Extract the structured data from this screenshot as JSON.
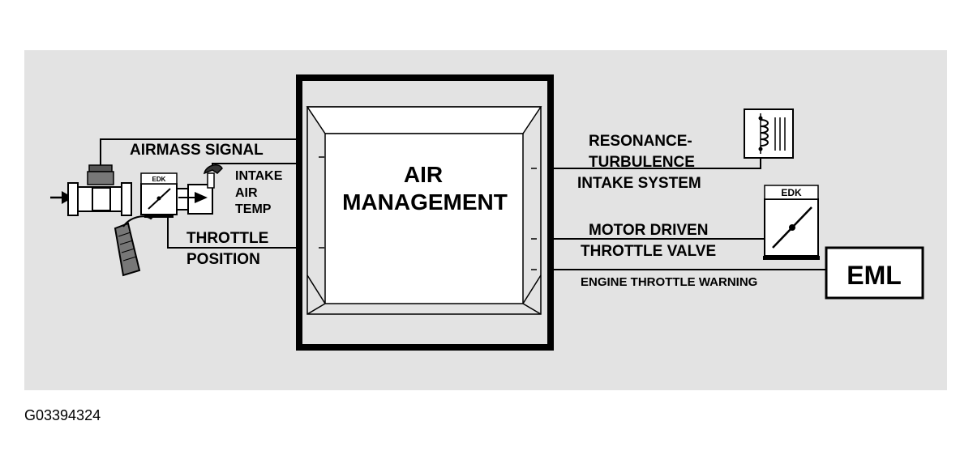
{
  "center": {
    "line1": "AIR",
    "line2": "MANAGEMENT"
  },
  "left": {
    "airmass": "AIRMASS SIGNAL",
    "intake1": "INTAKE",
    "intake2": "AIR",
    "intake3": "TEMP",
    "throttle1": "THROTTLE",
    "throttle2": "POSITION",
    "edk_small": "EDK"
  },
  "right": {
    "resonance1": "RESONANCE-",
    "resonance2": "TURBULENCE",
    "resonance3": "INTAKE SYSTEM",
    "motor1": "MOTOR DRIVEN",
    "motor2": "THROTTLE VALVE",
    "edk_large": "EDK",
    "warning": "ENGINE THROTTLE WARNING",
    "eml": "EML"
  },
  "figure_id": "G03394324",
  "colors": {
    "panel": "#e3e3e3",
    "ink": "#000000",
    "frame": "#ffffff"
  }
}
